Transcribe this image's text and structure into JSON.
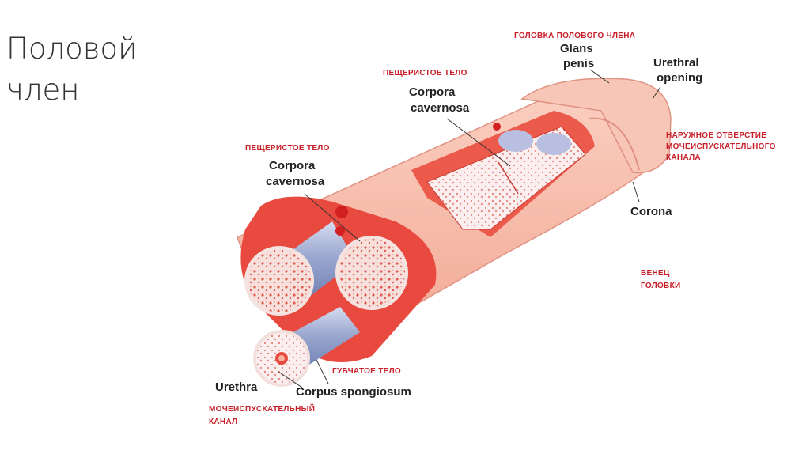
{
  "slide": {
    "title_line1": "Половой",
    "title_line2": "член"
  },
  "labels": {
    "glans_ru": "ГОЛОВКА ПОЛОВОГО ЧЛЕНА",
    "glans_en_1": "Glans",
    "glans_en_2": "penis",
    "urethral_opening_en_1": "Urethral",
    "urethral_opening_en_2": "opening",
    "urethral_opening_ru_1": "НАРУЖНОЕ ОТВЕРСТИЕ",
    "urethral_opening_ru_2": "МОЧЕИСПУСКАТЕЛЬНОГО",
    "urethral_opening_ru_3": "КАНАЛА",
    "cavernosa_top_ru": "ПЕЩЕРИСТОЕ ТЕЛО",
    "cavernosa_top_en_1": "Corpora",
    "cavernosa_top_en_2": "cavernosa",
    "cavernosa_left_ru": "ПЕЩЕРИСТОЕ ТЕЛО",
    "cavernosa_left_en_1": "Corpora",
    "cavernosa_left_en_2": "cavernosa",
    "corona_en": "Corona",
    "corona_ru_1": "ВЕНЕЦ",
    "corona_ru_2": "ГОЛОВКИ",
    "spongiosum_ru": "ГУБЧАТОЕ ТЕЛО",
    "spongiosum_en": "Corpus spongiosum",
    "urethra_en": "Urethra",
    "urethra_ru_1": "МОЧЕИСПУСКАТЕЛЬНЫЙ",
    "urethra_ru_2": "КАНАЛ"
  },
  "colors": {
    "skin": "#f6b3a0",
    "skin_dark": "#e98a76",
    "tissue": "#e8483d",
    "tube": "#9aa7cf",
    "label_red": "#c8202a"
  }
}
